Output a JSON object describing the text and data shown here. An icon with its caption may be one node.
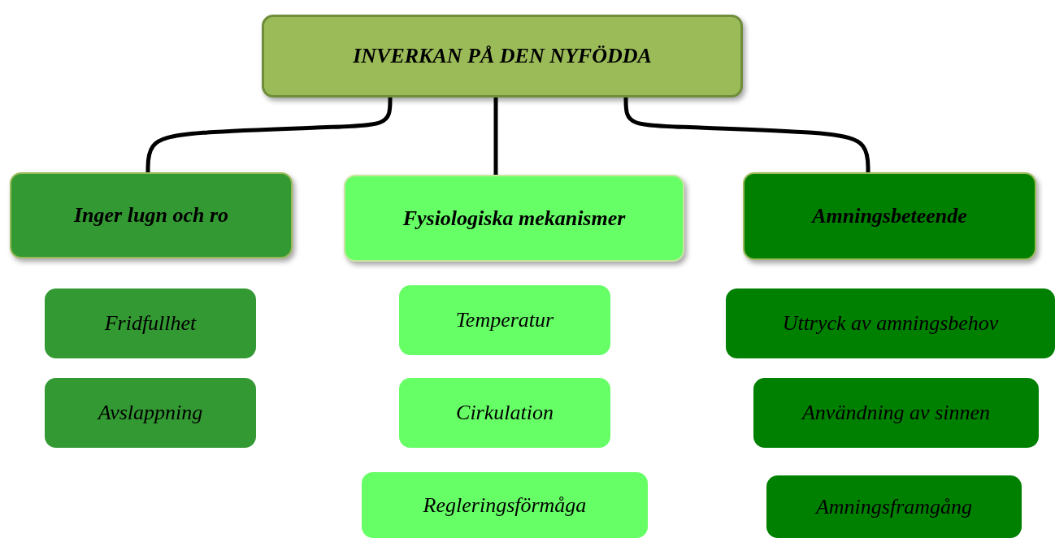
{
  "diagram": {
    "nodes": [
      {
        "text": [
          "INVERKAN PÅ DEN NYFÖDDA"
        ]
      },
      {
        "text": [
          "Inger lugn och ro"
        ]
      },
      {
        "text": [
          "Fysiologiska mekanismer"
        ]
      },
      {
        "text": [
          "Amningsbeteende"
        ]
      },
      {
        "text": [
          "Fridfullhet"
        ]
      },
      {
        "text": [
          "Avslappning"
        ]
      },
      {
        "text": [
          "Temperatur"
        ]
      },
      {
        "text": [
          "Cirkulation"
        ]
      },
      {
        "text": [
          "Regleringsförmåga"
        ]
      },
      {
        "text": [
          "Uttryck av amningsbehov"
        ]
      },
      {
        "text": [
          "Användning av sinnen"
        ]
      },
      {
        "text": [
          "Amningsframgång"
        ]
      }
    ],
    "edges": [
      {
        "from": 0,
        "to": 1,
        "arrow": "none"
      },
      {
        "from": 0,
        "to": 2,
        "arrow": "none"
      },
      {
        "from": 0,
        "to": 3,
        "arrow": "none"
      }
    ]
  }
}
